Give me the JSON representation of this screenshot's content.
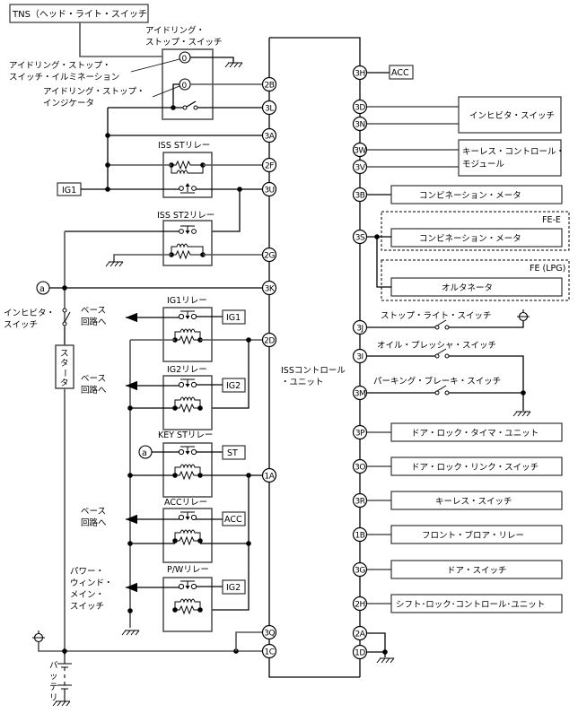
{
  "diagram": {
    "title_box": "TNS（ヘッド・ライト・スイッチ",
    "unit_label": [
      "ISSコントロール",
      "・ユニット"
    ],
    "idle_switch": {
      "title": [
        "アイドリング・",
        "ストップ・スイッチ"
      ],
      "illumination": [
        "アイドリング・ストップ・",
        "スイッチ・イルミネーション"
      ],
      "indicator": [
        "アイドリング・ストップ・",
        "インジケータ"
      ]
    },
    "relays": {
      "iss_st": "ISS STリレー",
      "iss_st2": "ISS ST2リレー",
      "ig1": "IG1リレー",
      "ig2": "IG2リレー",
      "key_st": "KEY STリレー",
      "acc": "ACCリレー",
      "pw": "P/Wリレー"
    },
    "terminal_boxes": {
      "ig1_in": "IG1",
      "ig1_relay": "IG1",
      "ig2_relay": "IG2",
      "st": "ST",
      "acc_relay": "ACC",
      "pw_relay": "IG2",
      "acc_3h": "ACC"
    },
    "junction_label": "a",
    "left_labels": {
      "inhibitor": [
        "インヒビタ・",
        "スイッチ"
      ],
      "starter": [
        "ス",
        "タ",
        "ー",
        "タ"
      ],
      "base1": [
        "ベース",
        "回路へ"
      ],
      "base2": [
        "ベース",
        "回路へ"
      ],
      "base3": [
        "ベース",
        "回路へ"
      ],
      "pw_main": [
        "パワー・",
        "ウィンド・",
        "メイン・",
        "スイッチ"
      ],
      "battery": [
        "バ",
        "ッ",
        "テ",
        "リ"
      ]
    },
    "connectors_left": [
      "2B",
      "3L",
      "3A",
      "2F",
      "3U",
      "2G",
      "3K",
      "2D",
      "1A",
      "3Q",
      "1C"
    ],
    "connectors_right": [
      "3H",
      "3D",
      "3N",
      "3W",
      "3V",
      "3B",
      "3S",
      "3J",
      "3I",
      "3M",
      "3P",
      "3O",
      "3R",
      "1B",
      "3G",
      "2H",
      "2A",
      "1D"
    ],
    "right_components": {
      "inhibitor": "インヒビタ・スイッチ",
      "keyless_module": [
        "キーレス・コントロール・",
        "モジュール"
      ],
      "combination_meter": "コンビネーション・メータ",
      "fe_e_label": "FE-E",
      "combination_meter_fe": "コンビネーション・メータ",
      "fe_lpg_label": "FE (LPG)",
      "alternator": "オルタネータ",
      "stop_light": "ストップ・ライト・スイッチ",
      "oil_pressure": "オイル・プレッシャ・スイッチ",
      "parking_brake": "パーキング・ブレーキ・スイッチ",
      "door_lock_timer": "ドア・ロック・タイマ・ユニット",
      "door_lock_link": "ドア・ロック・リンク・スイッチ",
      "keyless_switch": "キーレス・スイッチ",
      "front_blower": "フロント・ブロア・リレー",
      "door_switch": "ドア・スイッチ",
      "shift_lock": "シフト･ロック･コントロール･ユニット"
    }
  }
}
